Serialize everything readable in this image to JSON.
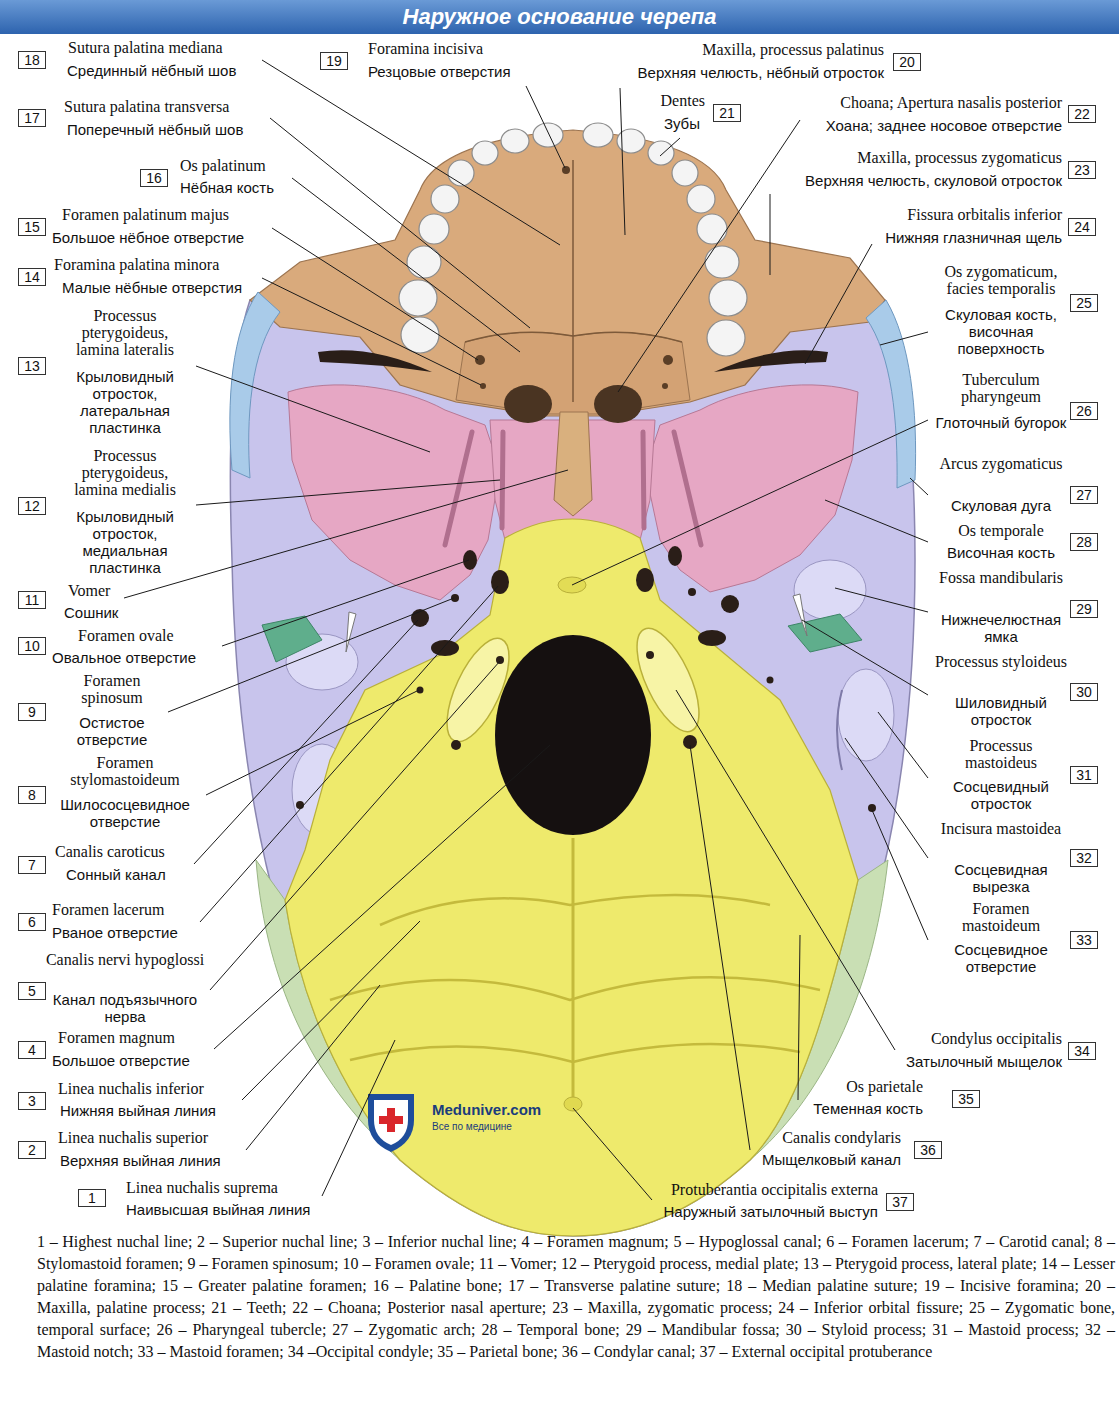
{
  "diagram": {
    "title": "Наружное основание черепа",
    "caption": "1 – Highest nuchal line; 2 – Superior nuchal line; 3 – Inferior nuchal line; 4 – Foramen magnum; 5 – Hypoglossal canal; 6 – Foramen lacerum; 7 – Carotid canal; 8 – Stylomastoid foramen; 9 – Foramen spinosum; 10 – Foramen ovale; 11 – Vomer; 12 – Pterygoid process, medial plate; 13 – Pterygoid process, lateral plate; 14 – Lesser palatine foramina; 15 – Greater palatine foramen; 16 – Palatine bone; 17 – Transverse palatine suture; 18 – Median palatine suture; 19 – Incisive foramina; 20 – Maxilla, palatine process; 21 – Teeth; 22 – Choana; Posterior nasal aperture; 23 – Maxilla, zygomatic process; 24 – Inferior orbital fissure; 25 – Zygomatic bone, temporal surface; 26 – Pharyngeal tubercle; 27 – Zygomatic arch; 28 – Temporal bone; 29 – Mandibular fossa; 30 – Styloid process; 31 – Mastoid process; 32 – Mastoid notch; 33 – Mastoid foramen; 34 –Occipital condyle; 35 – Parietal bone; 36 – Condylar canal; 37 – External occipital protuberance",
    "labels": [
      "18",
      "Sutura palatina mediana",
      "Срединный нёбный шов",
      "17",
      "Sutura palatina transversa",
      "Поперечный нёбный шов",
      "16",
      "Os palatinum",
      "Нёбная кость",
      "15",
      "Foramen palatinum majus",
      "Большое нёбное отверстие",
      "14",
      "Foramina palatina minora",
      "Малые нёбные отверстия",
      "13",
      "Processus pterygoideus, lamina lateralis",
      "Крыловидный отросток, латеральная пластинка",
      "12",
      "Processus pterygoideus, lamina medialis",
      "Крыловидный отросток, медиальная пластинка",
      "11",
      "Vomer",
      "Сошник",
      "10",
      "Foramen ovale",
      "Овальное отверстие",
      "9",
      "Foramen spinosum",
      "Остистое отверстие",
      "8",
      "Foramen stylomastoideum",
      "Шилососцевидное отверстие",
      "7",
      "Canalis caroticus",
      "Сонный канал",
      "6",
      "Foramen lacerum",
      "Рваное отверстие",
      "5",
      "Canalis nervi hypoglossi",
      "Канал подъязычного нерва",
      "4",
      "Foramen magnum",
      "Большое отверстие",
      "3",
      "Linea nuchalis inferior",
      "Нижняя выйная линия",
      "2",
      "Linea nuchalis superior",
      "Верхняя выйная линия",
      "1",
      "Linea nuchalis suprema",
      "Наивысшая выйная линия",
      "19",
      "Foramina incisiva",
      "Резцовые отверстия",
      "20",
      "Maxilla, processus palatinus",
      "Верхняя челюсть, нёбный отросток",
      "21",
      "Dentes",
      "Зубы",
      "22",
      "Choana; Apertura nasalis posterior",
      "Хоана; заднее носовое отверстие",
      "23",
      "Maxilla, processus zygomaticus",
      "Верхняя челюсть, скуловой отросток",
      "24",
      "Fissura orbitalis inferior",
      "Нижняя глазничная щель",
      "25",
      "Os zygomaticum, facies temporalis",
      "Скуловая кость, височная поверхность",
      "26",
      "Tuberculum pharyngeum",
      "Глоточный бугорок",
      "27",
      "Arcus zygomaticus",
      "Скуловая дуга",
      "28",
      "Os temporale",
      "Височная кость",
      "29",
      "Fossa mandibularis",
      "Нижнечелюстная ямка",
      "30",
      "Processus styloideus",
      "Шиловидный отросток",
      "31",
      "Processus mastoideus",
      "Сосцевидный отросток",
      "32",
      "Incisura mastoidea",
      "Сосцевидная вырезка",
      "33",
      "Foramen mastoideum",
      "Сосцевидное отверстие",
      "34",
      "Condylus occipitalis",
      "Затылочный мыщелок",
      "35",
      "Os parietale",
      "Теменная кость",
      "36",
      "Canalis condylaris",
      "Мыщелковый канал",
      "37",
      "Protuberantia occipitalis externa",
      "Наружный затылочный выступ",
      "Meduniver.com",
      "Все по медицине"
    ]
  }
}
